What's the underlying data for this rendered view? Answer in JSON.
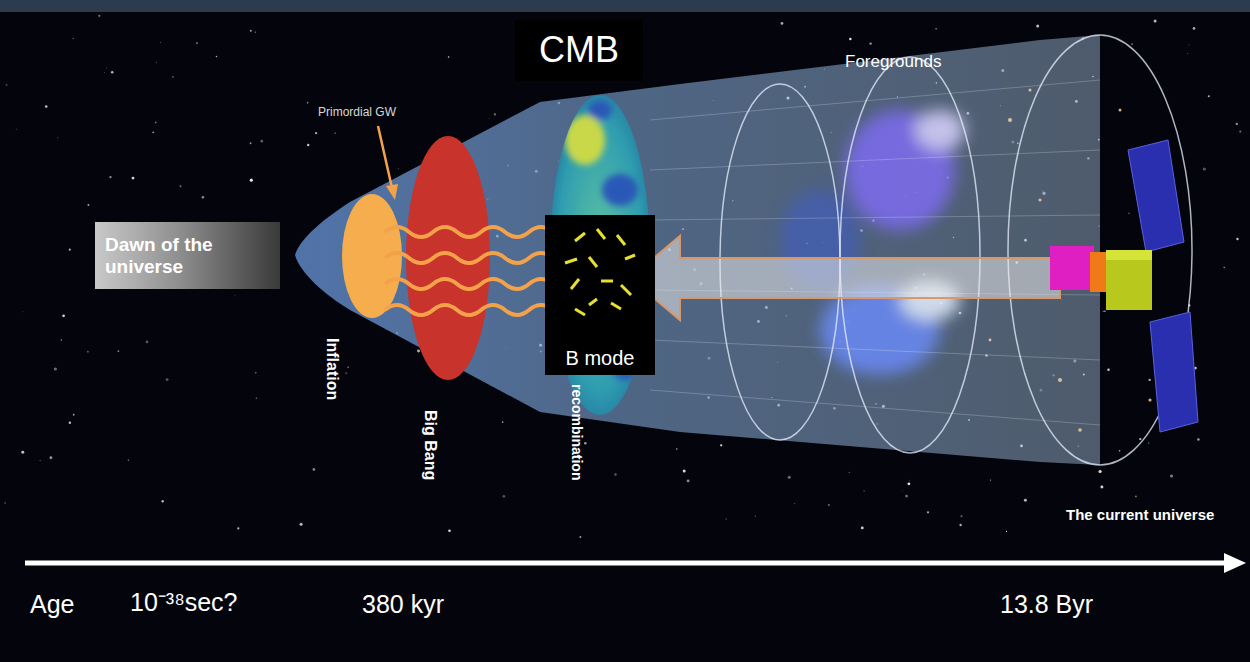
{
  "diagram": {
    "nodes": [
      {
        "text": [
          "Dawn of the universe"
        ]
      },
      {
        "text": [
          "CMB"
        ]
      },
      {
        "text": [
          "B mode"
        ]
      }
    ],
    "labels": [
      "Foregrounds",
      "Primordial GW",
      "Inflation",
      "Big Bang",
      "recombination",
      "The current universe",
      "Age",
      "10⁻³⁸sec?",
      "380 kyr",
      "13.8 Byr"
    ]
  }
}
